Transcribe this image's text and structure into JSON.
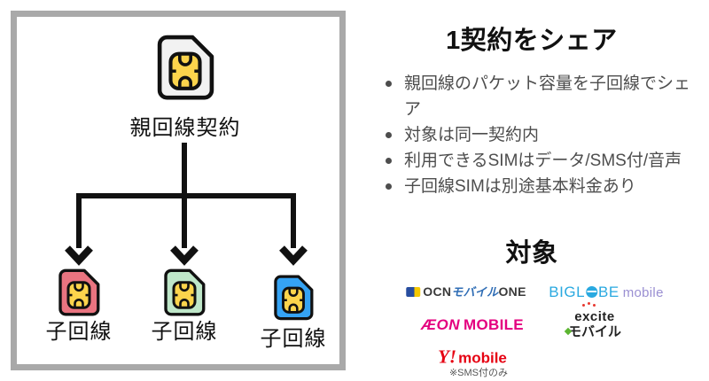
{
  "colors": {
    "frame_border": "#a9a9a9",
    "line": "#111111",
    "parent_sim": "#f2f2f2",
    "chip": "#fcd44c",
    "child_sim_1": "#e97480",
    "child_sim_2": "#bfe7c9",
    "child_sim_3": "#35a3f4",
    "aeon_magenta": "#e4007f",
    "ymobile_red": "#e60012",
    "biglobe_blue": "#2aa9e0"
  },
  "diagram": {
    "parent_label": "親回線契約",
    "child_labels": [
      "子回線",
      "子回線",
      "子回線"
    ]
  },
  "info": {
    "title": "1契約をシェア",
    "bullets": [
      "親回線のパケット容量を子回線でシェア",
      "対象は同一契約内",
      "利用できるSIMはデータ/SMS付/音声",
      "子回線SIMは別途基本料金あり"
    ],
    "target_heading": "対象"
  },
  "carriers": {
    "ocn": {
      "prefix": "OCN",
      "middle": "モバイル",
      "suffix": "ONE"
    },
    "biglobe": {
      "part1": "BIGL",
      "part2": "BE",
      "part3": "mobile"
    },
    "aeon": {
      "part1": "ÆON",
      "part2": "MOBILE"
    },
    "excite": {
      "line1": "excite",
      "line2": "モバイル"
    },
    "ymobile": {
      "part1": "Y!",
      "part2": "mobile",
      "note": "※SMS付のみ"
    }
  }
}
